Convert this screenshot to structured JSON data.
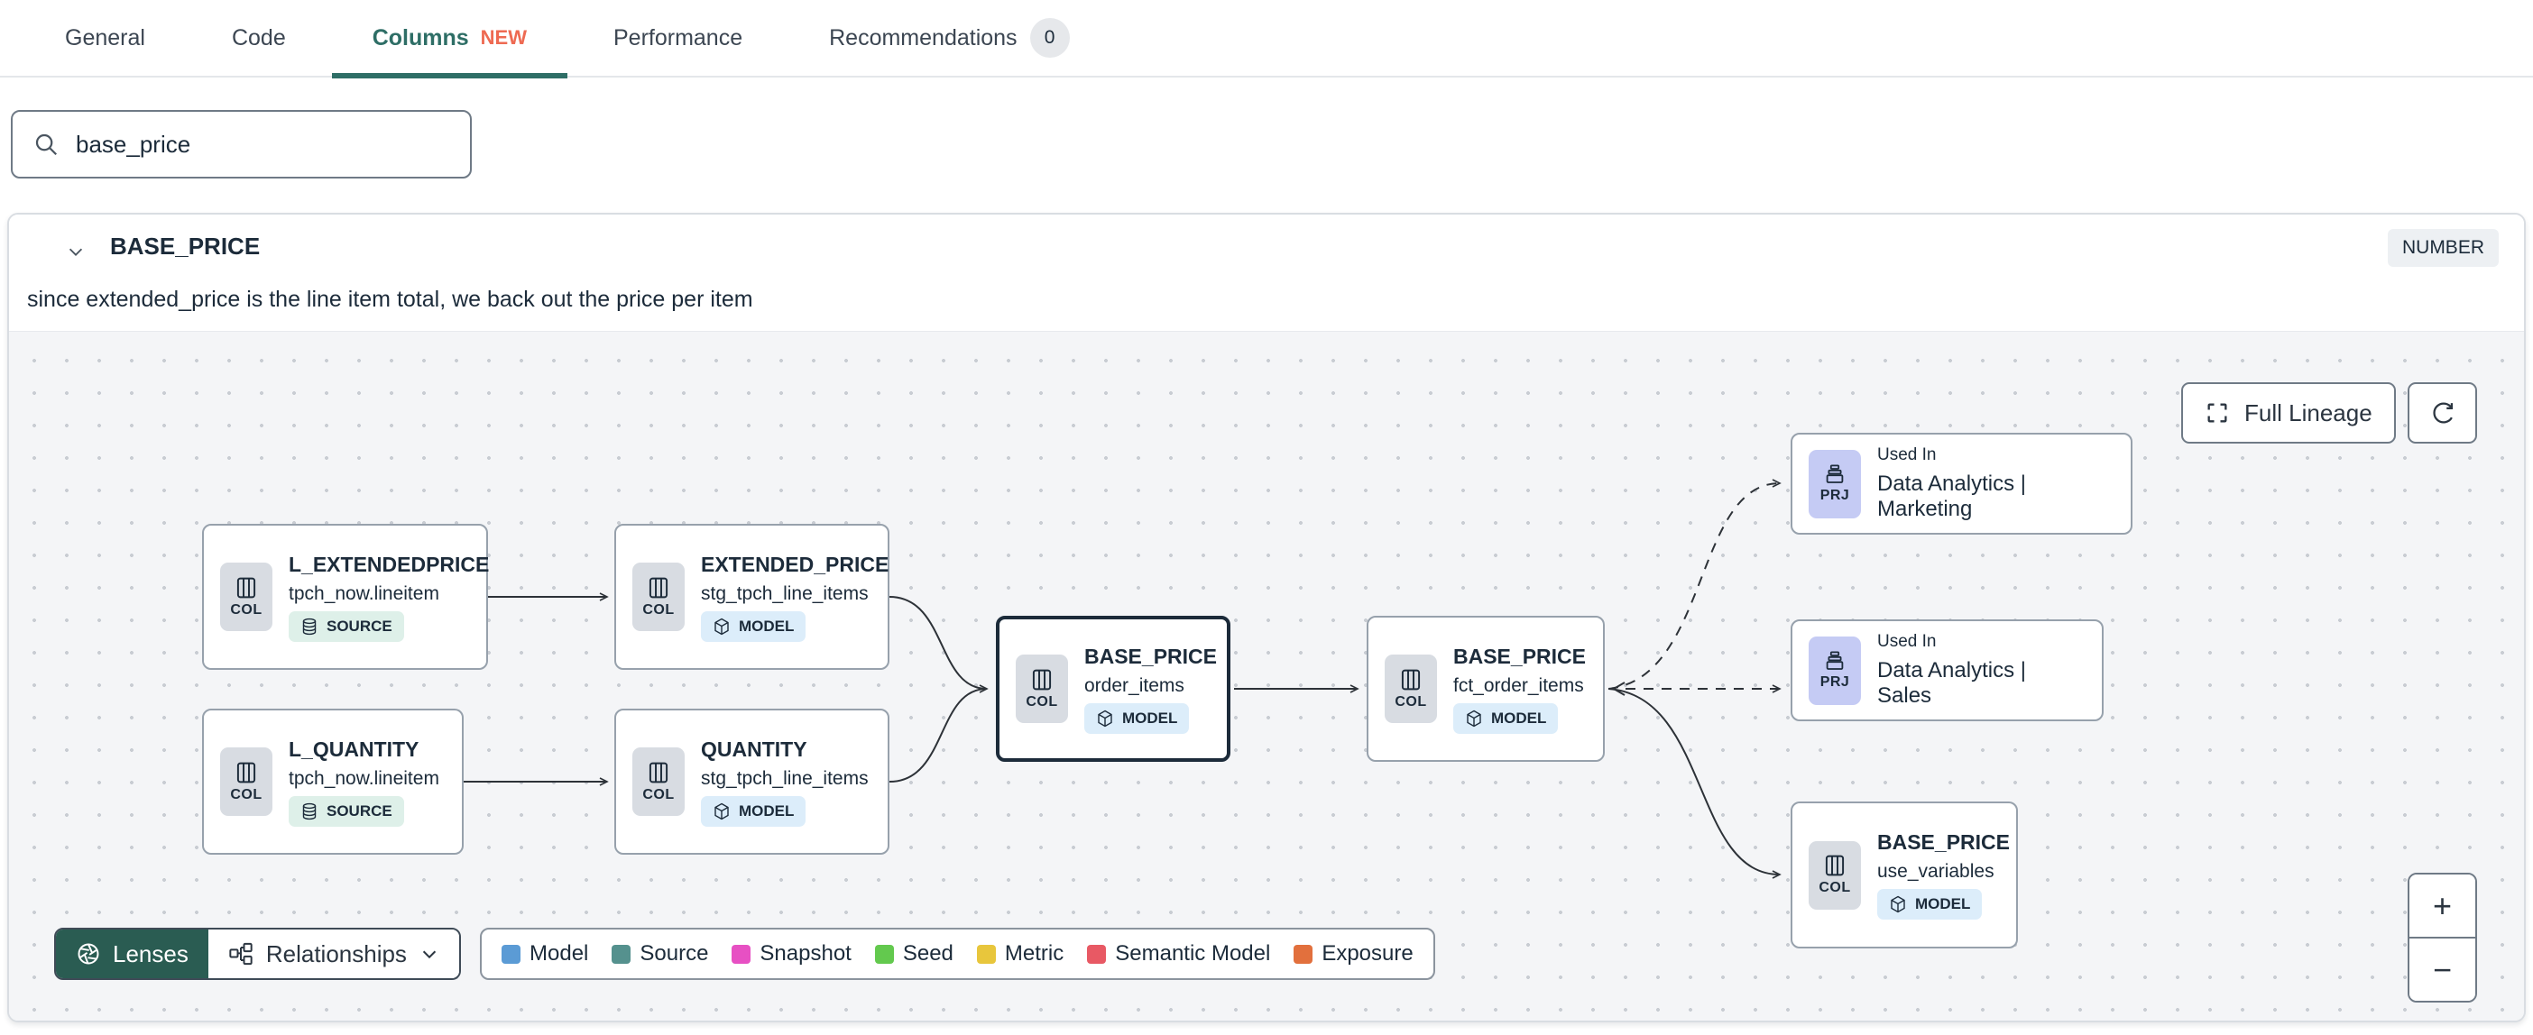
{
  "tabs": {
    "items": [
      {
        "label": "General"
      },
      {
        "label": "Code"
      },
      {
        "label": "Columns",
        "badge": "NEW"
      },
      {
        "label": "Performance"
      },
      {
        "label": "Recommendations",
        "count": "0"
      }
    ]
  },
  "search": {
    "value": "base_price"
  },
  "column_panel": {
    "title": "BASE_PRICE",
    "type_badge": "NUMBER",
    "description": "since extended_price is the line item total, we back out the price per item"
  },
  "lineage": {
    "nodes": [
      {
        "chip": "COL",
        "title": "L_EXTENDEDPRICE",
        "subtitle": "tpch_now.lineitem",
        "badge": "SOURCE"
      },
      {
        "chip": "COL",
        "title": "EXTENDED_PRICE",
        "subtitle": "stg_tpch_line_items",
        "badge": "MODEL"
      },
      {
        "chip": "COL",
        "title": "L_QUANTITY",
        "subtitle": "tpch_now.lineitem",
        "badge": "SOURCE"
      },
      {
        "chip": "COL",
        "title": "QUANTITY",
        "subtitle": "stg_tpch_line_items",
        "badge": "MODEL"
      },
      {
        "chip": "COL",
        "title": "BASE_PRICE",
        "subtitle": "order_items",
        "badge": "MODEL"
      },
      {
        "chip": "COL",
        "title": "BASE_PRICE",
        "subtitle": "fct_order_items",
        "badge": "MODEL"
      },
      {
        "chip": "PRJ",
        "title": "Used In",
        "subtitle": "Data Analytics | Marketing"
      },
      {
        "chip": "PRJ",
        "title": "Used In",
        "subtitle": "Data Analytics | Sales"
      },
      {
        "chip": "COL",
        "title": "BASE_PRICE",
        "subtitle": "use_variables",
        "badge": "MODEL"
      }
    ],
    "controls": {
      "full_lineage": "Full Lineage",
      "lenses": "Lenses",
      "relationships": "Relationships",
      "zoom_in": "+",
      "zoom_out": "−"
    },
    "legend": [
      {
        "label": "Model",
        "color": "#5b9bd5"
      },
      {
        "label": "Source",
        "color": "#55918e"
      },
      {
        "label": "Snapshot",
        "color": "#e750c3"
      },
      {
        "label": "Seed",
        "color": "#63c94e"
      },
      {
        "label": "Metric",
        "color": "#e8c63c"
      },
      {
        "label": "Semantic Model",
        "color": "#e85964"
      },
      {
        "label": "Exposure",
        "color": "#e2703d"
      }
    ],
    "colors": {
      "accent_teal": "#2e6e66",
      "new_badge": "#ee6a52",
      "lenses_bg": "#2a5c52"
    }
  }
}
